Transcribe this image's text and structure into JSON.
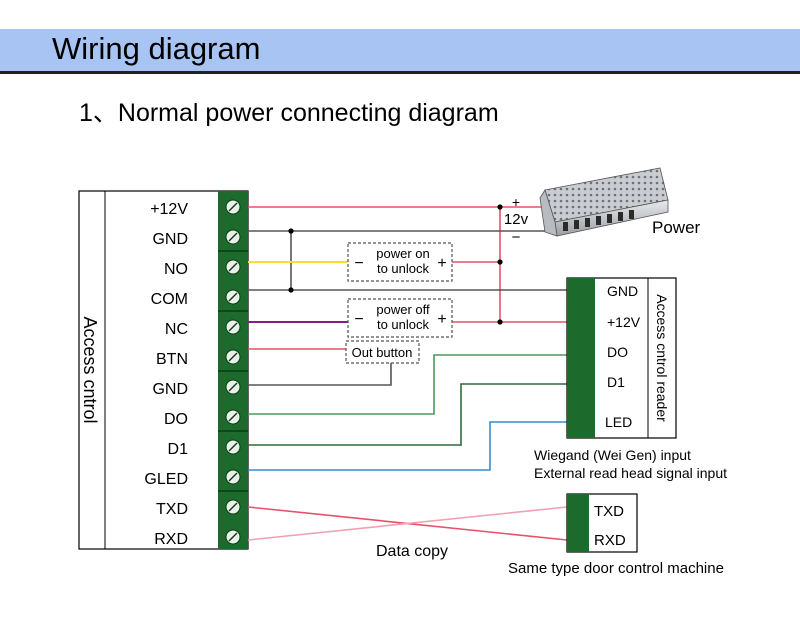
{
  "title": "Wiring diagram",
  "subtitle": "1、Normal power connecting diagram",
  "controller": {
    "label": "Access  cntrol",
    "terminals": [
      "+12V",
      "GND",
      "NO",
      "COM",
      "NC",
      "BTN",
      "GND",
      "DO",
      "D1",
      "GLED",
      "TXD",
      "RXD"
    ]
  },
  "power_supply": {
    "label": "Power",
    "plus": "+",
    "voltage": "12v",
    "minus": "−"
  },
  "switches": {
    "power_on": {
      "line1": "power on",
      "line2": "to unlock",
      "minus": "−",
      "plus": "+"
    },
    "power_off": {
      "line1": "power off",
      "line2": "to unlock",
      "minus": "−",
      "plus": "+"
    }
  },
  "out_button": "Out button",
  "reader": {
    "label": "Access cntrol reader",
    "terminals": [
      "GND",
      "+12V",
      "DO",
      "D1",
      "LED"
    ],
    "note_line1": "Wiegand (Wei Gen) input",
    "note_line2": "External read head signal input"
  },
  "data_copy": "Data copy",
  "second_machine": {
    "terminals": [
      "TXD",
      "RXD"
    ],
    "label": "Same type door control machine"
  },
  "colors": {
    "terminal_green": "#1d6b2c",
    "header_blue": "#a7c4f2",
    "red_wire": "#e8506a",
    "black_wire": "#555555",
    "yellow_wire": "#f2e22a",
    "purple_wire": "#8a1a8a",
    "green_wire": "#4a9a5a",
    "blue_wire": "#3a8ad0"
  }
}
